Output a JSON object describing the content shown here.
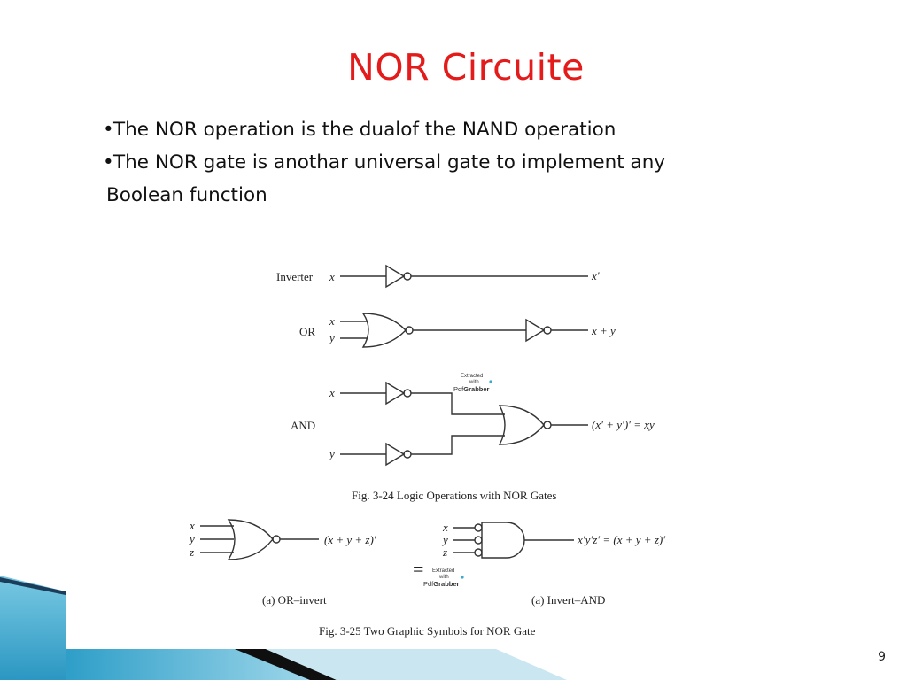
{
  "slide": {
    "title": "NOR Circuite",
    "bullets": [
      "The NOR operation is the dualof the NAND operation",
      "The NOR gate is anothar universal gate to implement any",
      "Boolean function"
    ],
    "page_number": "9"
  },
  "figure1": {
    "labels": {
      "inverter": "Inverter",
      "or": "OR",
      "and": "AND",
      "x": "x",
      "y": "y",
      "x_prime": "x′",
      "x_plus_y": "x + y",
      "and_result": "(x′ + y′)′ = xy"
    },
    "watermark": {
      "line1": "Extracted",
      "line2": "with",
      "brand_a": "Pdf",
      "brand_b": "Grabber"
    },
    "caption": "Fig. 3-24  Logic Operations with NOR Gates"
  },
  "figure2": {
    "labels": {
      "x": "x",
      "y": "y",
      "z": "z",
      "or_invert_out": "(x + y + z)′",
      "invert_and_out": "x′y′z′  = (x + y + z)′",
      "equals": "=",
      "sub_a": "(a) OR–invert",
      "sub_b": "(a) Invert–AND"
    },
    "watermark": {
      "line1": "Extracted",
      "line2": "with",
      "brand_a": "Pdf",
      "brand_b": "Grabber"
    },
    "caption": "Fig. 3-25  Two Graphic Symbols for NOR Gate"
  },
  "theme": {
    "title_color": "#e31b1b",
    "accent_blue": "#3aa8cf",
    "dark": "#111111"
  }
}
